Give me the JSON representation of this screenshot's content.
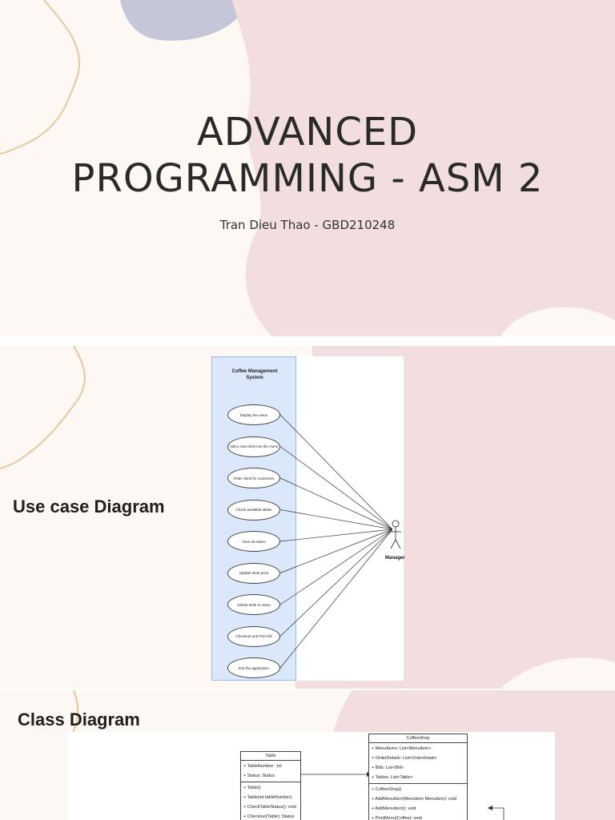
{
  "slide1": {
    "title_line1": "ADVANCED",
    "title_line2": "PROGRAMMING - ASM 2",
    "subtitle": "Tran Dieu Thao - GBD210248"
  },
  "slide2": {
    "heading": "Use case Diagram",
    "diagram": {
      "system_title": "Coffee Management\nSystem",
      "use_cases": [
        "Display the menu",
        "Add a new drink into the menu",
        "Order drink for customers",
        "Check available tables",
        "View all orders",
        "Update drink price",
        "Delete drink in menu",
        "Checkout and Print bill",
        "Exit the application"
      ],
      "actor": "Manager"
    }
  },
  "slide3": {
    "heading": "Class Diagram",
    "classes": {
      "table": {
        "name": "Table",
        "attributes": [
          "+ TableNumber : int",
          "+ Status: Status"
        ],
        "methods": [
          "+ Table()",
          "+ Table(int tableNumber)",
          "+ CheckTableStatus(): void",
          "+ Checkout(Table): Status"
        ]
      },
      "coffeeshop": {
        "name": "CoffeeShop",
        "attributes": [
          "+ MenuItems: List<MenuItem>",
          "+ OrderDetails: List<OrderDetail>",
          "+ Bills: List<Bill>",
          "+ Tables: List<Table>"
        ],
        "methods": [
          "+ CoffeeShop()",
          "+ AddMenuItem(MenuItem MenuItem): void",
          "+ AddMenuItem(): void",
          "+ PrintMenu(Coffee): void"
        ]
      }
    }
  },
  "colors": {
    "background": "#fdf8f3",
    "blob_pink": "#f2dede",
    "blob_lavender": "#c5c6d8",
    "squiggle": "#e6c7a0",
    "system_box": "#dbe8fb"
  }
}
